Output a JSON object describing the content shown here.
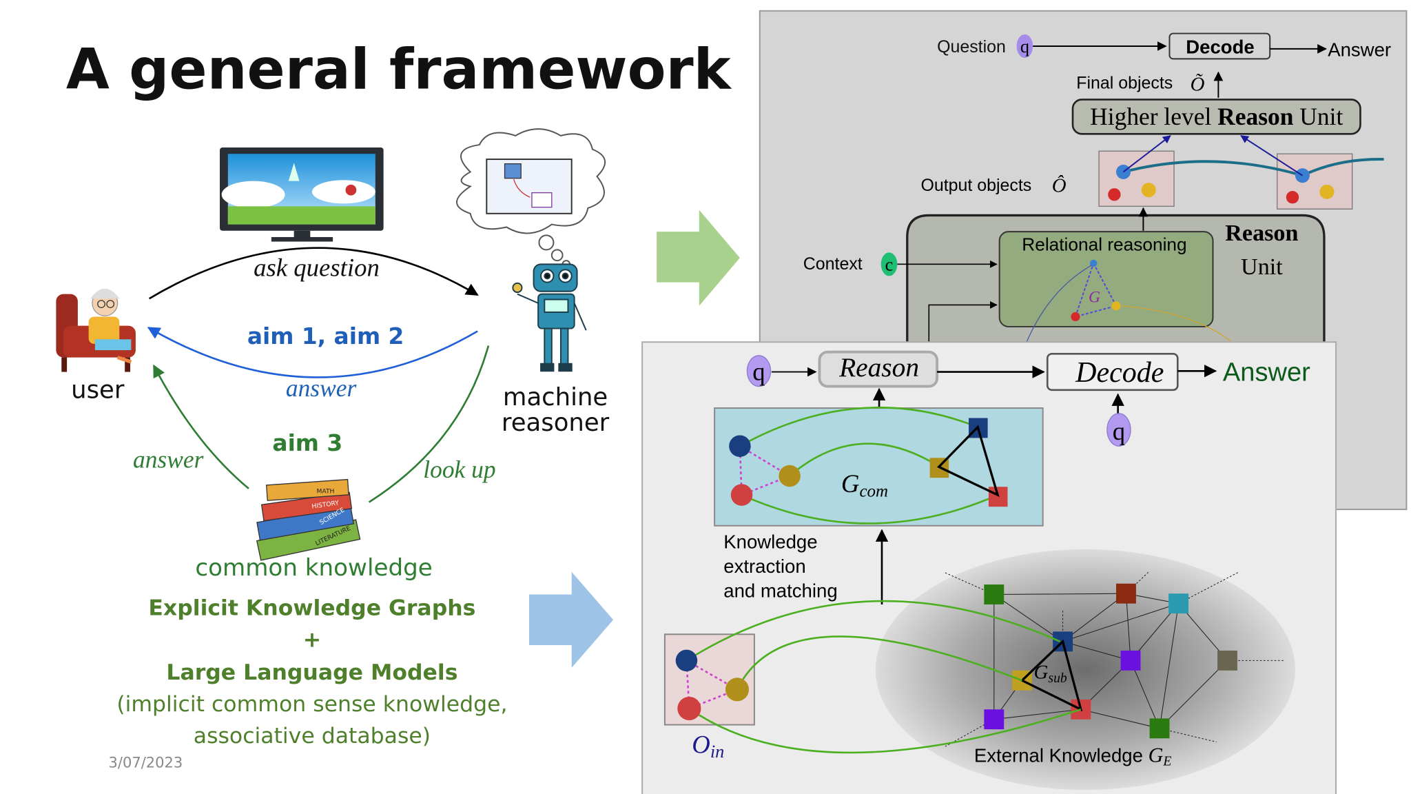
{
  "slide": {
    "title": "A general framework",
    "date": "3/07/2023"
  },
  "left": {
    "user_label": "user",
    "reasoner_label_1": "machine",
    "reasoner_label_2": "reasoner",
    "ask_question": "ask question",
    "aim12": "aim 1, aim 2",
    "answer_blue": "answer",
    "aim3": "aim 3",
    "answer_green": "answer",
    "look_up": "look up",
    "common_knowledge": "common knowledge",
    "books": [
      "MATH",
      "HISTORY",
      "SCIENCE",
      "LITERATURE"
    ],
    "line1": "Explicit Knowledge Graphs",
    "plus": "+",
    "line2": "Large Language Models",
    "line3": "(implicit common sense knowledge,",
    "line4": "associative database)"
  },
  "top_diagram": {
    "question": "Question",
    "q": "q",
    "decode": "Decode",
    "answer": "Answer",
    "final_objects": "Final objects",
    "final_sym": "Õ",
    "higher_pre": "Higher level ",
    "higher_bold": "Reason",
    "higher_post": " Unit",
    "output_objects": "Output objects",
    "output_sym": "Ô",
    "context": "Context",
    "c": "c",
    "relational": "Relational reasoning",
    "g": "G",
    "reason": "Reason",
    "unit": "Unit"
  },
  "bottom_diagram": {
    "q": "q",
    "reason": "Reason",
    "decode": "Decode",
    "answer": "Answer",
    "gcom": "G",
    "gcom_sub": "com",
    "knowledge_1": "Knowledge",
    "knowledge_2": "extraction",
    "knowledge_3": "and matching",
    "oin": "O",
    "oin_sub": "in",
    "gsub": "G",
    "gsub_sub": "sub",
    "external": "External Knowledge ",
    "ge": "G",
    "ge_sub": "E"
  },
  "colors": {
    "green_text": "#4e7f2b",
    "blue_text": "#1f5fb8",
    "arrow_green": "#a9d18e",
    "arrow_blue": "#9dc3e6",
    "q_purple": "#a58ce8",
    "c_green": "#1fbf73",
    "panel_top": "#d5d5d5",
    "panel_bottom": "#ececec"
  }
}
